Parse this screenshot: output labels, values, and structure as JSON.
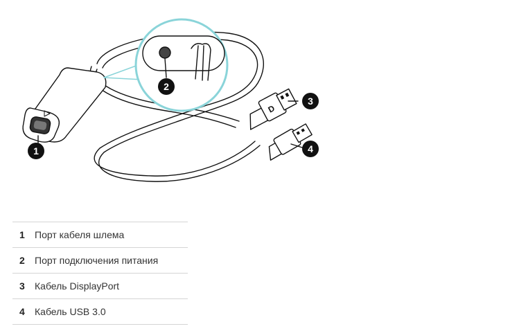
{
  "callouts": [
    {
      "number": "1",
      "label": "Порт кабеля шлема"
    },
    {
      "number": "2",
      "label": "Порт подключения питания"
    },
    {
      "number": "3",
      "label": "Кабель DisplayPort"
    },
    {
      "number": "4",
      "label": "Кабель USB 3.0"
    }
  ]
}
